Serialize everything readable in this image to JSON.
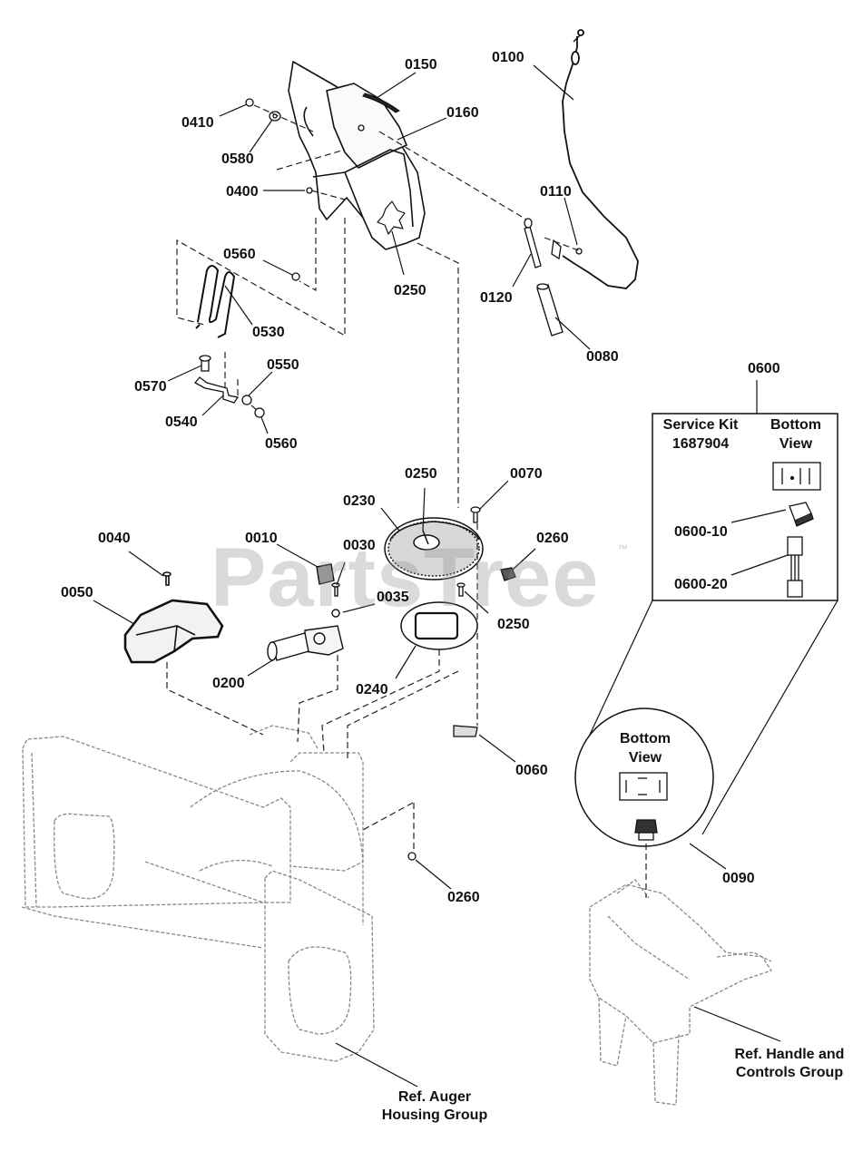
{
  "watermark": {
    "text": "PartsTree",
    "trademark": "™"
  },
  "part_labels": [
    {
      "id": "l0100",
      "text": "0100"
    },
    {
      "id": "l0150",
      "text": "0150"
    },
    {
      "id": "l0160",
      "text": "0160"
    },
    {
      "id": "l0410",
      "text": "0410"
    },
    {
      "id": "l0580",
      "text": "0580"
    },
    {
      "id": "l0400",
      "text": "0400"
    },
    {
      "id": "l0110",
      "text": "0110"
    },
    {
      "id": "l0560a",
      "text": "0560"
    },
    {
      "id": "l0250a",
      "text": "0250"
    },
    {
      "id": "l0120",
      "text": "0120"
    },
    {
      "id": "l0530",
      "text": "0530"
    },
    {
      "id": "l0080",
      "text": "0080"
    },
    {
      "id": "l0550",
      "text": "0550"
    },
    {
      "id": "l0570",
      "text": "0570"
    },
    {
      "id": "l0540",
      "text": "0540"
    },
    {
      "id": "l0560b",
      "text": "0560"
    },
    {
      "id": "l0600",
      "text": "0600"
    },
    {
      "id": "l0250b",
      "text": "0250"
    },
    {
      "id": "l0070",
      "text": "0070"
    },
    {
      "id": "l0230",
      "text": "0230"
    },
    {
      "id": "l0040",
      "text": "0040"
    },
    {
      "id": "l0010",
      "text": "0010"
    },
    {
      "id": "l0030",
      "text": "0030"
    },
    {
      "id": "l0260a",
      "text": "0260"
    },
    {
      "id": "l0050",
      "text": "0050"
    },
    {
      "id": "l0035",
      "text": "0035"
    },
    {
      "id": "l0250c",
      "text": "0250"
    },
    {
      "id": "l0200",
      "text": "0200"
    },
    {
      "id": "l0240",
      "text": "0240"
    },
    {
      "id": "l0060",
      "text": "0060"
    },
    {
      "id": "l0260b",
      "text": "0260"
    },
    {
      "id": "l0090",
      "text": "0090"
    },
    {
      "id": "l060010",
      "text": "0600-10"
    },
    {
      "id": "l060020",
      "text": "0600-20"
    }
  ],
  "service_kit": {
    "title": "Service Kit",
    "number": "1687904",
    "bottom_view": "Bottom View"
  },
  "detail_circle": {
    "bottom_view": "Bottom View"
  },
  "references": {
    "auger": "Ref. Auger Housing Group",
    "handle": "Ref. Handle and Controls Group"
  }
}
